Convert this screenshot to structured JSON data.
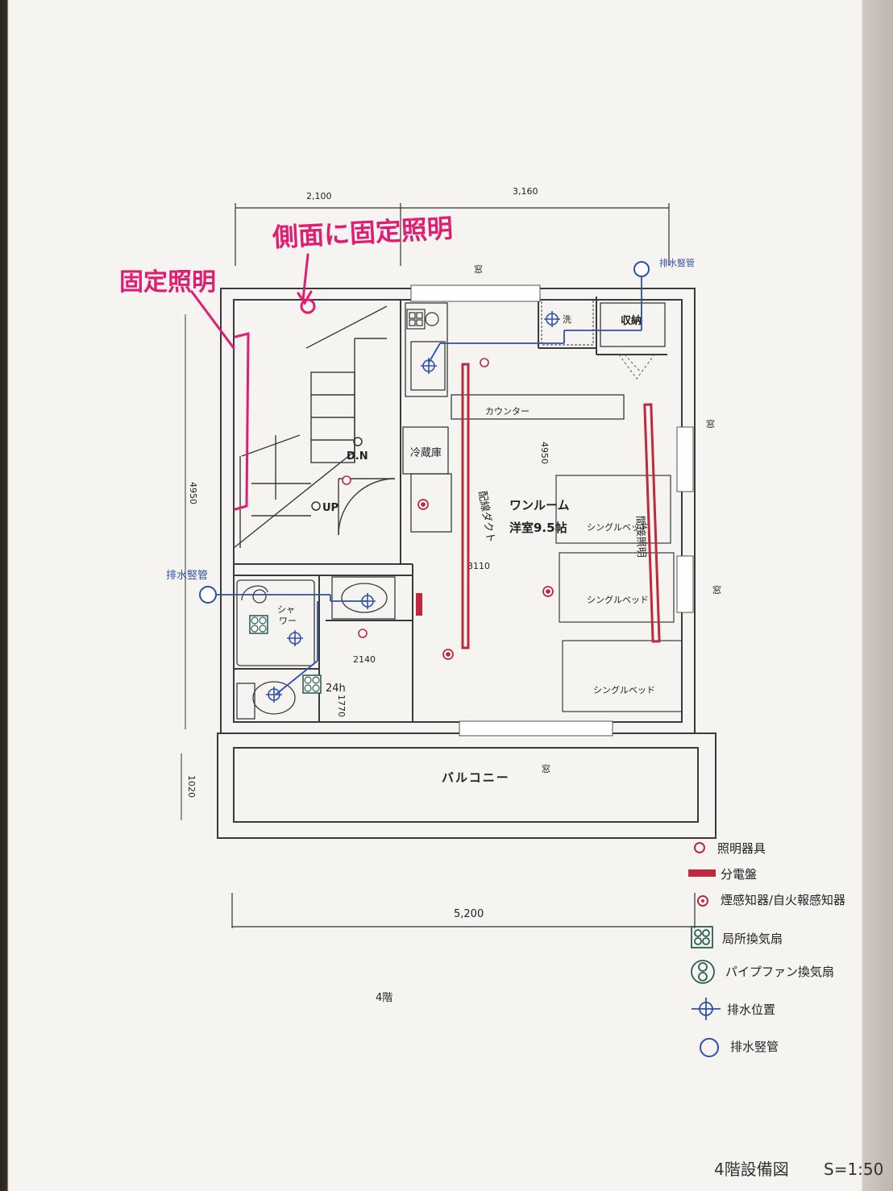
{
  "drawing": {
    "title": "4階設備図",
    "scale": "S=1:50",
    "floor_label": "4階"
  },
  "dimensions": {
    "top_left": "2,100",
    "top_right": "3,160",
    "bottom_total": "5,200",
    "left_height": "4950",
    "balcony_depth": "1020",
    "room_depth": "4950",
    "room_width": "3110",
    "bath_width": "2140",
    "toilet_depth": "1770"
  },
  "rooms": {
    "main_room": "ワンルーム",
    "main_room_size": "洋室9.5帖",
    "counter": "カウンター",
    "fridge": "冷蔵庫",
    "storage": "収納",
    "washer": "洗",
    "shower": "シャワー",
    "balcony": "バルコニー",
    "bed": "シングルベッド",
    "stairs_down": "D.N",
    "stairs_up": "UP",
    "wiring_duct": "配線ダクト",
    "indirect_light": "間接照明",
    "window": "窓",
    "fan_24h": "24h"
  },
  "callouts": {
    "drain_stack": "排水竪管"
  },
  "handwritten": {
    "note_side": "側面に固定照明",
    "note_left": "固定照明"
  },
  "legend": [
    {
      "icon": "light-fixture-icon",
      "label": "照明器具"
    },
    {
      "icon": "distribution-board-icon",
      "label": "分電盤"
    },
    {
      "icon": "smoke-detector-icon",
      "label": "煙感知器/自火報感知器"
    },
    {
      "icon": "local-fan-icon",
      "label": "局所換気扇"
    },
    {
      "icon": "pipe-fan-icon",
      "label": "パイプファン換気扇"
    },
    {
      "icon": "drain-position-icon",
      "label": "排水位置"
    },
    {
      "icon": "drain-stack-icon",
      "label": "排水竪管"
    }
  ],
  "colors": {
    "wall": "#3a3a3a",
    "equipment": "#c0283c",
    "drain": "#2f4fb0",
    "handwriting": "#e01d72"
  }
}
